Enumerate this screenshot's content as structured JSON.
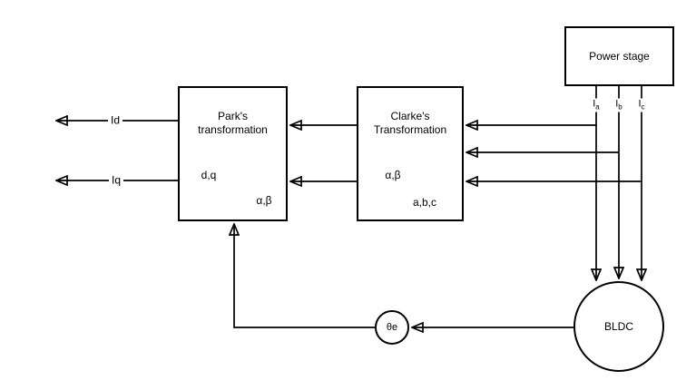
{
  "blocks": {
    "power_stage": {
      "label": "Power stage"
    },
    "parks": {
      "title": "Park's transformation",
      "input_domain": "d,q",
      "output_domain": "α,β"
    },
    "clarkes": {
      "title": "Clarke's Transformation",
      "input_domain": "α,β",
      "output_domain": "a,b,c"
    },
    "bldc": {
      "label": "BLDC"
    },
    "theta_node": {
      "label": "θe"
    }
  },
  "signals": {
    "id": {
      "label": "Id"
    },
    "iq": {
      "label": "Iq"
    },
    "ia": {
      "base": "I",
      "sub": "a"
    },
    "ib": {
      "base": "I",
      "sub": "b"
    },
    "ic": {
      "base": "I",
      "sub": "c"
    }
  },
  "colors": {
    "stroke": "#000000",
    "background": "#ffffff"
  }
}
